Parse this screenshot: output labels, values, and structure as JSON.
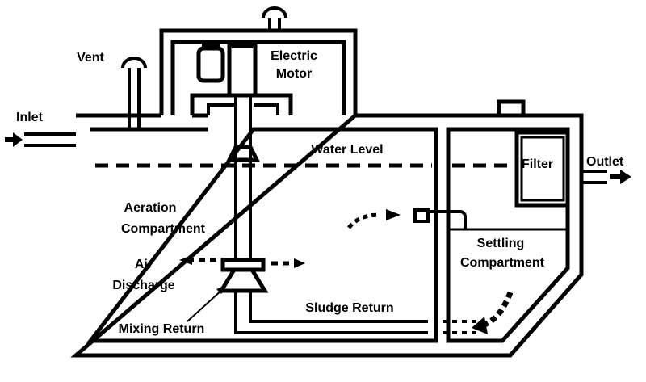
{
  "labels": {
    "vent": "Vent",
    "inlet": "Inlet",
    "outlet": "Outlet",
    "electric": "Electric",
    "motor": "Motor",
    "water_level": "Water Level",
    "filter": "Filter",
    "aeration": "Aeration",
    "compartment_a": "Compartment",
    "air": "Air",
    "discharge": "Discharge",
    "settling": "Settling",
    "compartment_s": "Compartment",
    "sludge_return": "Sludge Return",
    "mixing_return": "Mixing Return"
  },
  "colors": {
    "ink": "#000000",
    "background": "#ffffff"
  }
}
